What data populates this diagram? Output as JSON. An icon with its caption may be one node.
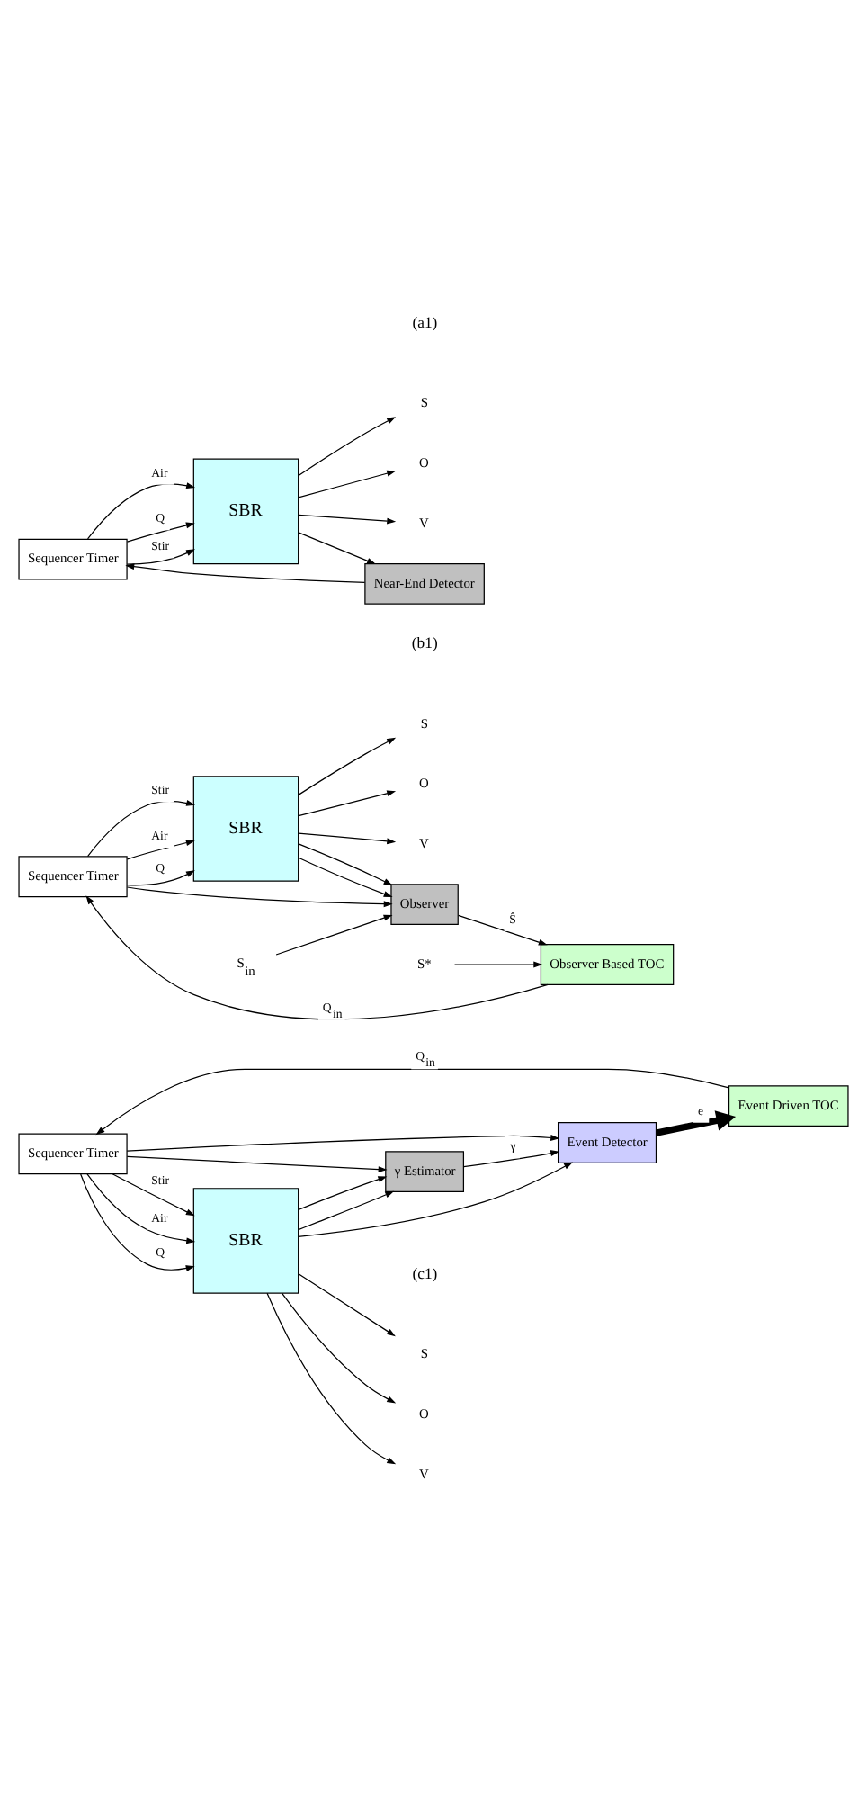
{
  "diagram": {
    "nodes": [
      {
        "text": [
          "Sequencer Timer"
        ]
      },
      {
        "text": [
          "SBR"
        ]
      },
      {
        "text": [
          "S"
        ]
      },
      {
        "text": [
          "O"
        ]
      },
      {
        "text": [
          "V"
        ]
      },
      {
        "text": [
          "Near-End Detector"
        ]
      },
      {
        "text": [
          "Sequencer Timer"
        ]
      },
      {
        "text": [
          "SBR"
        ]
      },
      {
        "text": [
          "S"
        ]
      },
      {
        "text": [
          "O"
        ]
      },
      {
        "text": [
          "V"
        ]
      },
      {
        "text": [
          "S*"
        ]
      },
      {
        "text": [
          "Observer Based TOC"
        ]
      },
      {
        "text": [
          "Observer"
        ]
      },
      {
        "text": [
          "S$_{in}$"
        ]
      },
      {
        "text": [
          "Sequencer Timer"
        ]
      },
      {
        "text": [
          "SBR"
        ]
      },
      {
        "text": [
          "S"
        ]
      },
      {
        "text": [
          "O"
        ]
      },
      {
        "text": [
          "V"
        ]
      },
      {
        "text": [
          "Event Driven TOC"
        ]
      },
      {
        "text": [
          "Event Detector"
        ]
      },
      {
        "text": [
          "γ Estimator"
        ]
      }
    ],
    "edges": [
      {
        "from": 0,
        "to": 1,
        "arrow": "to",
        "label": "Stir"
      },
      {
        "from": 0,
        "to": 1,
        "arrow": "to",
        "label": "Air"
      },
      {
        "from": 0,
        "to": 1,
        "arrow": "to",
        "label": "Q"
      },
      {
        "from": 1,
        "to": 2,
        "arrow": "to"
      },
      {
        "from": 1,
        "to": 3,
        "arrow": "to"
      },
      {
        "from": 1,
        "to": 4,
        "arrow": "to"
      },
      {
        "from": 1,
        "to": 5,
        "arrow": "to"
      },
      {
        "from": 5,
        "to": 0,
        "arrow": "to"
      },
      {
        "from": 6,
        "to": 7,
        "arrow": "to",
        "label": "Stir"
      },
      {
        "from": 6,
        "to": 7,
        "arrow": "to",
        "label": "Air"
      },
      {
        "from": 6,
        "to": 7,
        "arrow": "to",
        "label": "Q"
      },
      {
        "from": 7,
        "to": 8,
        "arrow": "to"
      },
      {
        "from": 7,
        "to": 9,
        "arrow": "to"
      },
      {
        "from": 7,
        "to": 10,
        "arrow": "to"
      },
      {
        "from": 6,
        "to": 13,
        "arrow": "to"
      },
      {
        "from": 7,
        "to": 13,
        "arrow": "to"
      },
      {
        "from": 7,
        "to": 13,
        "arrow": "to"
      },
      {
        "from": 14,
        "to": 13,
        "arrow": "to"
      },
      {
        "from": 11,
        "to": 12,
        "arrow": "to"
      },
      {
        "from": 13,
        "to": 12,
        "arrow": "to",
        "label": "Ŝ"
      },
      {
        "from": 12,
        "to": 6,
        "arrow": "to",
        "label": "Q$_{in}$"
      },
      {
        "from": 15,
        "to": 16,
        "arrow": "to",
        "label": "Stir"
      },
      {
        "from": 15,
        "to": 16,
        "arrow": "to",
        "label": "Air"
      },
      {
        "from": 15,
        "to": 16,
        "arrow": "to",
        "label": "Q"
      },
      {
        "from": 16,
        "to": 17,
        "arrow": "to"
      },
      {
        "from": 16,
        "to": 18,
        "arrow": "to"
      },
      {
        "from": 16,
        "to": 19,
        "arrow": "to"
      },
      {
        "from": 15,
        "to": 21,
        "arrow": "to"
      },
      {
        "from": 15,
        "to": 22,
        "arrow": "to"
      },
      {
        "from": 16,
        "to": 21,
        "arrow": "to"
      },
      {
        "from": 16,
        "to": 22,
        "arrow": "to"
      },
      {
        "from": 16,
        "to": 22,
        "arrow": "to"
      },
      {
        "from": 22,
        "to": 21,
        "arrow": "to",
        "label": "γ"
      },
      {
        "from": 21,
        "to": 20,
        "arrow": "to",
        "label": "e",
        "style": "thick"
      },
      {
        "from": 20,
        "to": 15,
        "arrow": "to",
        "label": "Q$_{in}$"
      }
    ],
    "labels": [
      "(a1)",
      "(b1)",
      "(c1)"
    ]
  }
}
